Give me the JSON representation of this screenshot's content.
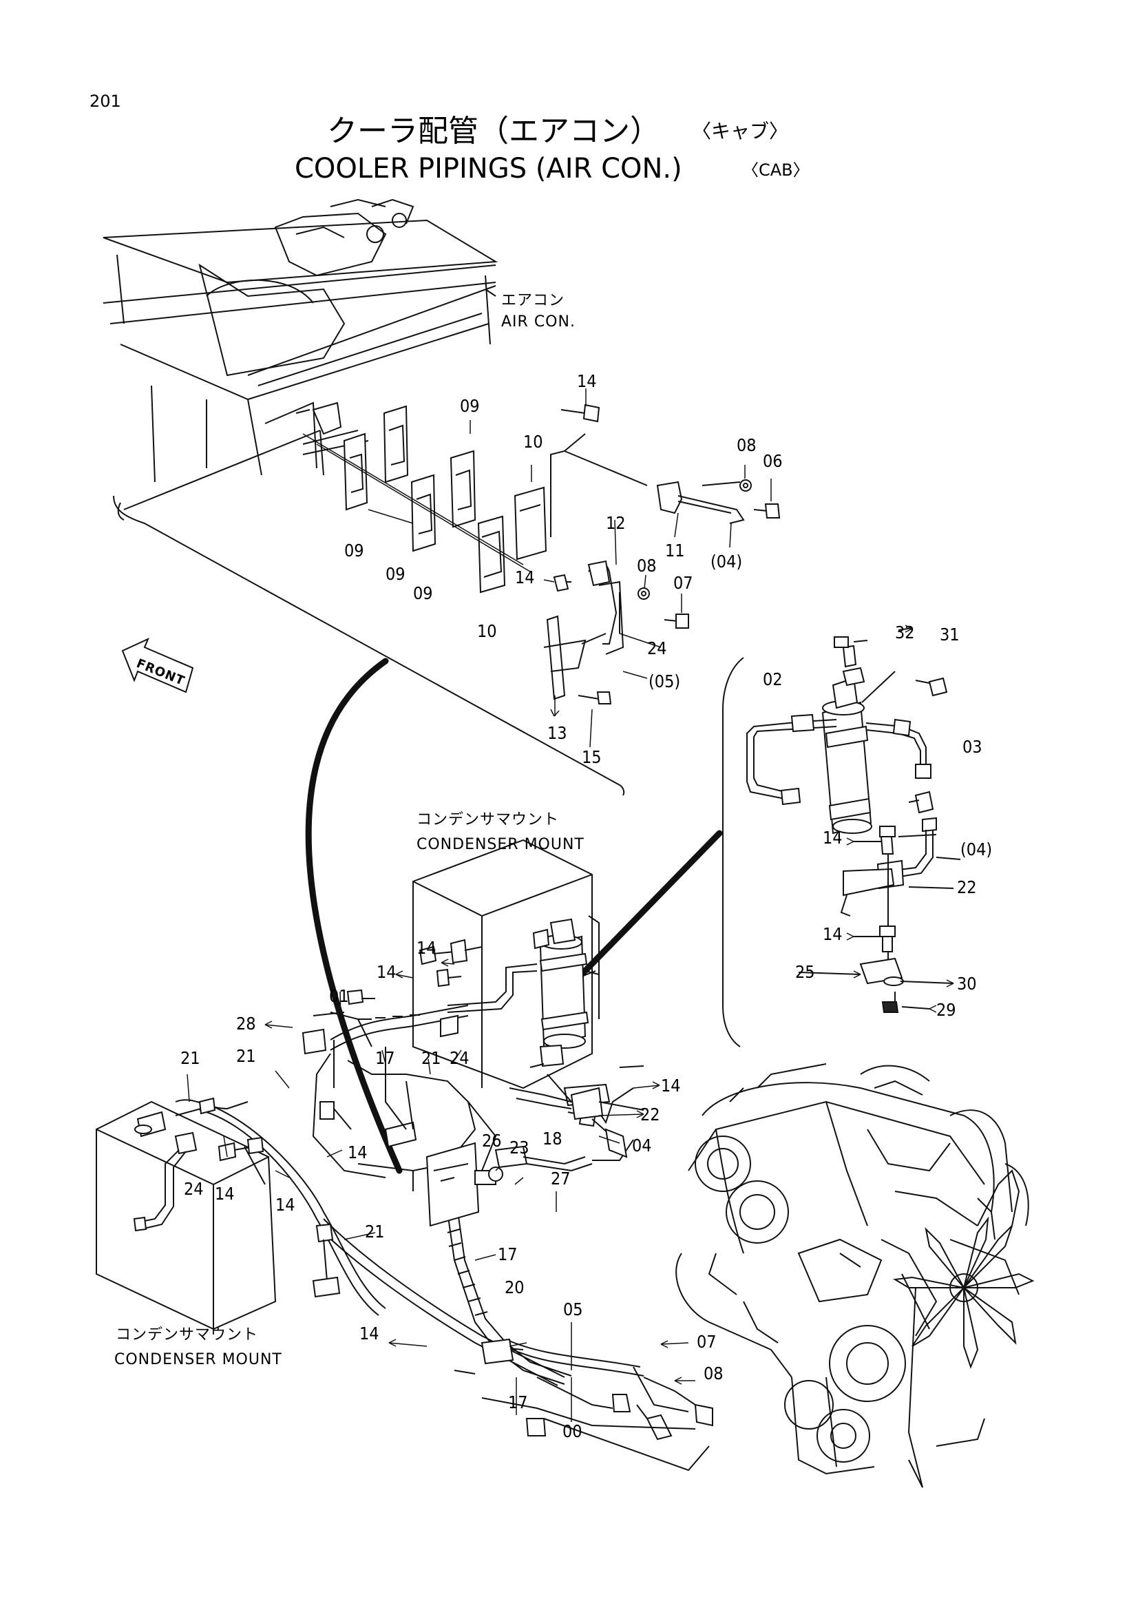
{
  "page_number": "201",
  "title": {
    "jp": "クーラ配管（エアコン）",
    "jp_suffix": "〈キャブ〉",
    "en": "COOLER PIPINGS (AIR CON.)",
    "en_suffix": "〈CAB〉"
  },
  "sections": {
    "air_con_jp": "エアコン",
    "air_con_en": "AIR CON.",
    "condenser_top_jp": "コンデンサマウント",
    "condenser_top_en": "CONDENSER MOUNT",
    "condenser_left_jp": "コンデンサマウント",
    "condenser_left_en": "CONDENSER MOUNT",
    "front": "FRONT"
  },
  "callouts": [
    "14",
    "08",
    "06",
    "09",
    "10",
    "09",
    "09",
    "09",
    "09",
    "10",
    "11",
    "(04)",
    "12",
    "08",
    "14",
    "07",
    "24",
    "13",
    "(05)",
    "15",
    "32",
    "31",
    "02",
    "03",
    "14",
    "(04)",
    "22",
    "14",
    "25",
    "30",
    "29",
    "14",
    "14",
    "01",
    "28",
    "21",
    "21",
    "17",
    "21",
    "24",
    "14",
    "22",
    "18",
    "04",
    "26",
    "23",
    "27",
    "14",
    "24",
    "14",
    "14",
    "21",
    "17",
    "20",
    "05",
    "14",
    "07",
    "08",
    "17",
    "00"
  ]
}
